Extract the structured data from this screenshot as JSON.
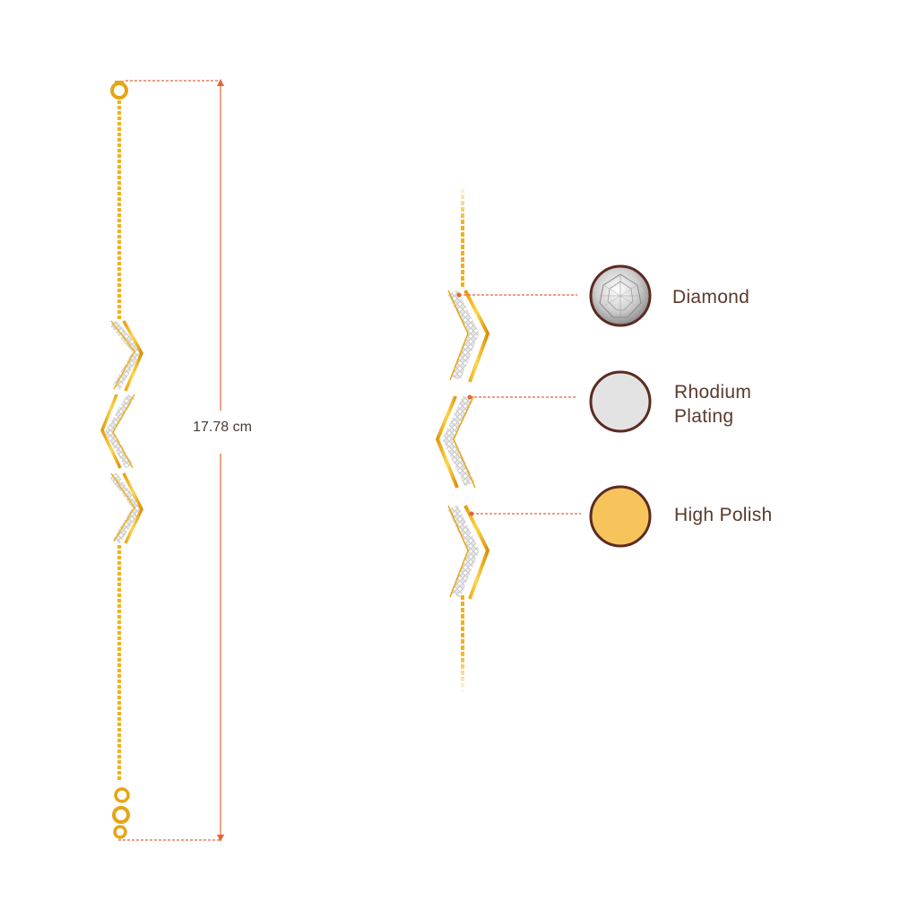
{
  "measurement": {
    "length_label": "17.78 cm"
  },
  "legend": {
    "items": [
      {
        "label": "Diamond",
        "swatch": "diamond-stone",
        "color": "#e8e8e8"
      },
      {
        "label_line1": "Rhodium",
        "label_line2": "Plating",
        "swatch": "flat",
        "color": "#e3e3e3"
      },
      {
        "label": "High Polish",
        "swatch": "flat",
        "color": "#f7c45c"
      }
    ],
    "ring_color": "#5b2c22"
  },
  "colors": {
    "gold": "#f2b31c",
    "gold_dark": "#d9940a",
    "leader_line": "#e2663a",
    "text": "#5a3a2c"
  }
}
